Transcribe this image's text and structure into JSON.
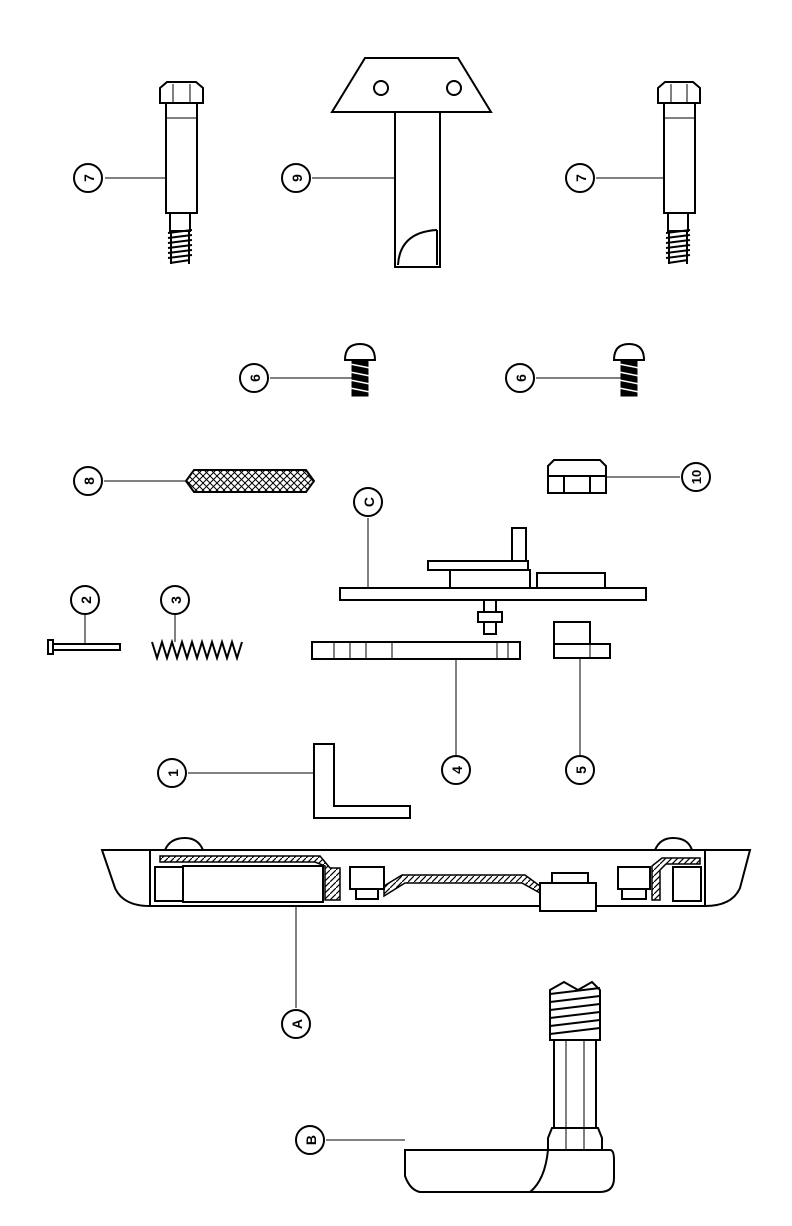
{
  "callouts": {
    "part_1": "1",
    "part_2": "2",
    "part_3": "3",
    "part_4": "4",
    "part_5": "5",
    "part_6_left": "6",
    "part_6_right": "6",
    "part_7_left": "7",
    "part_7_right": "7",
    "part_8": "8",
    "part_9": "9",
    "part_10": "10",
    "assembly_a": "A",
    "assembly_b": "B",
    "assembly_c": "C"
  },
  "colors": {
    "ink": "#000000",
    "background": "#ffffff"
  }
}
